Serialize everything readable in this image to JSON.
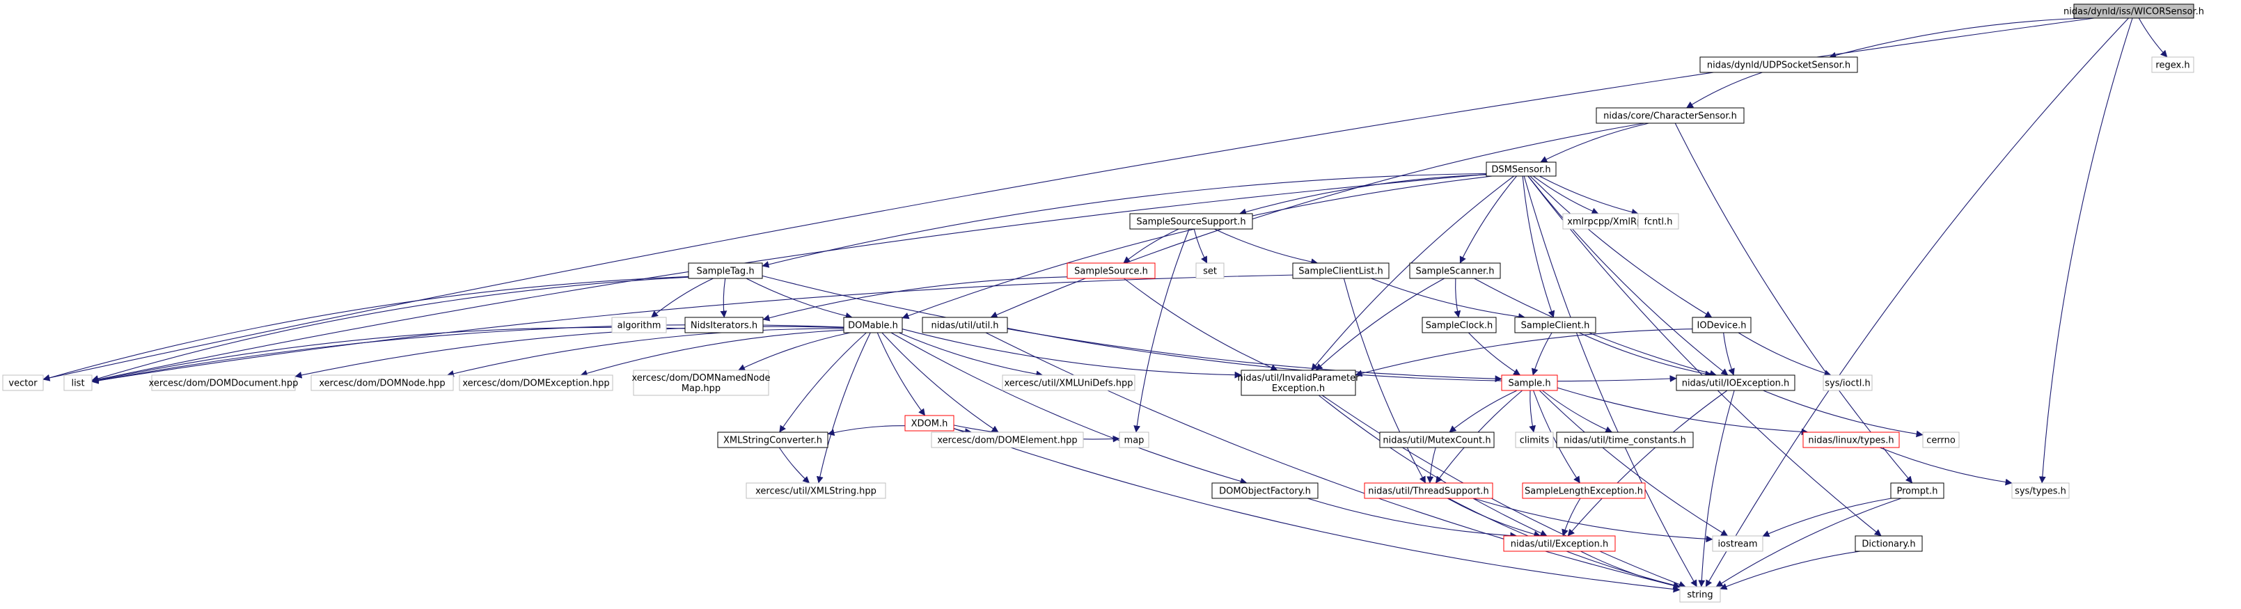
{
  "colors": {
    "edge": "#191970",
    "border_normal": "#000000",
    "border_missing": "#bfbfbf",
    "border_truncated": "#ff0000",
    "root_fill": "#bfbfbf",
    "text": "#000000",
    "background": "#ffffff"
  },
  "nodes": [
    {
      "id": "wicor",
      "label": "nidas/dynld/iss/WICORSensor.h",
      "kind": "root"
    },
    {
      "id": "udp",
      "label": "nidas/dynld/UDPSocketSensor.h",
      "kind": "normal"
    },
    {
      "id": "regex",
      "label": "regex.h",
      "kind": "missing"
    },
    {
      "id": "charsensor",
      "label": "nidas/core/CharacterSensor.h",
      "kind": "normal"
    },
    {
      "id": "dsmsensor",
      "label": "DSMSensor.h",
      "kind": "normal"
    },
    {
      "id": "sss",
      "label": "SampleSourceSupport.h",
      "kind": "normal"
    },
    {
      "id": "xmlrpc",
      "label": "xmlrpcpp/XmlRpc.h",
      "kind": "missing"
    },
    {
      "id": "fcntl",
      "label": "fcntl.h",
      "kind": "missing"
    },
    {
      "id": "sampletag",
      "label": "SampleTag.h",
      "kind": "normal"
    },
    {
      "id": "samplesource",
      "label": "SampleSource.h",
      "kind": "truncated"
    },
    {
      "id": "set",
      "label": "set",
      "kind": "missing"
    },
    {
      "id": "sclist",
      "label": "SampleClientList.h",
      "kind": "normal"
    },
    {
      "id": "sscanner",
      "label": "SampleScanner.h",
      "kind": "normal"
    },
    {
      "id": "algorithm",
      "label": "algorithm",
      "kind": "missing"
    },
    {
      "id": "niditer",
      "label": "NidsIterators.h",
      "kind": "normal"
    },
    {
      "id": "domable",
      "label": "DOMable.h",
      "kind": "normal"
    },
    {
      "id": "util",
      "label": "nidas/util/util.h",
      "kind": "normal"
    },
    {
      "id": "sclock",
      "label": "SampleClock.h",
      "kind": "normal"
    },
    {
      "id": "sclient",
      "label": "SampleClient.h",
      "kind": "normal"
    },
    {
      "id": "iodevice",
      "label": "IODevice.h",
      "kind": "normal"
    },
    {
      "id": "vector",
      "label": "vector",
      "kind": "missing"
    },
    {
      "id": "list",
      "label": "list",
      "kind": "missing"
    },
    {
      "id": "domdoc",
      "label": "xercesc/dom/DOMDocument.hpp",
      "kind": "missing"
    },
    {
      "id": "domnode",
      "label": "xercesc/dom/DOMNode.hpp",
      "kind": "missing"
    },
    {
      "id": "domexc",
      "label": "xercesc/dom/DOMException.hpp",
      "kind": "missing"
    },
    {
      "id": "domnnm",
      "label": "xercesc/dom/DOMNamedNode\nMap.hpp",
      "kind": "missing"
    },
    {
      "id": "xmluni",
      "label": "xercesc/util/XMLUniDefs.hpp",
      "kind": "missing"
    },
    {
      "id": "invparam",
      "label": "nidas/util/InvalidParameter\nException.h",
      "kind": "normal"
    },
    {
      "id": "sample",
      "label": "Sample.h",
      "kind": "truncated"
    },
    {
      "id": "ioexc",
      "label": "nidas/util/IOException.h",
      "kind": "normal"
    },
    {
      "id": "ioctl",
      "label": "sys/ioctl.h",
      "kind": "missing"
    },
    {
      "id": "xdom",
      "label": "XDOM.h",
      "kind": "truncated"
    },
    {
      "id": "map",
      "label": "map",
      "kind": "missing"
    },
    {
      "id": "domelem",
      "label": "xercesc/dom/DOMElement.hpp",
      "kind": "missing"
    },
    {
      "id": "xmlconv",
      "label": "XMLStringConverter.h",
      "kind": "normal"
    },
    {
      "id": "climits",
      "label": "climits",
      "kind": "missing"
    },
    {
      "id": "mutex",
      "label": "nidas/util/MutexCount.h",
      "kind": "normal"
    },
    {
      "id": "timeconst",
      "label": "nidas/util/time_constants.h",
      "kind": "normal"
    },
    {
      "id": "linuxtypes",
      "label": "nidas/linux/types.h",
      "kind": "truncated"
    },
    {
      "id": "cerrno",
      "label": "cerrno",
      "kind": "missing"
    },
    {
      "id": "xmlstring",
      "label": "xercesc/util/XMLString.hpp",
      "kind": "missing"
    },
    {
      "id": "domfactory",
      "label": "DOMObjectFactory.h",
      "kind": "normal"
    },
    {
      "id": "thread",
      "label": "nidas/util/ThreadSupport.h",
      "kind": "truncated"
    },
    {
      "id": "slenexc",
      "label": "SampleLengthException.h",
      "kind": "truncated"
    },
    {
      "id": "prompt",
      "label": "Prompt.h",
      "kind": "normal"
    },
    {
      "id": "systypes",
      "label": "sys/types.h",
      "kind": "missing"
    },
    {
      "id": "iostream",
      "label": "iostream",
      "kind": "missing"
    },
    {
      "id": "exception",
      "label": "nidas/util/Exception.h",
      "kind": "truncated"
    },
    {
      "id": "dictionary",
      "label": "Dictionary.h",
      "kind": "normal"
    },
    {
      "id": "string",
      "label": "string",
      "kind": "missing"
    }
  ],
  "edges": [
    [
      "wicor",
      "udp"
    ],
    [
      "wicor",
      "regex"
    ],
    [
      "wicor",
      "vector"
    ],
    [
      "wicor",
      "systypes"
    ],
    [
      "wicor",
      "string"
    ],
    [
      "udp",
      "charsensor"
    ],
    [
      "charsensor",
      "dsmsensor"
    ],
    [
      "charsensor",
      "util"
    ],
    [
      "charsensor",
      "prompt"
    ],
    [
      "dsmsensor",
      "sss"
    ],
    [
      "dsmsensor",
      "xmlrpc"
    ],
    [
      "dsmsensor",
      "fcntl"
    ],
    [
      "dsmsensor",
      "sampletag"
    ],
    [
      "dsmsensor",
      "sscanner"
    ],
    [
      "dsmsensor",
      "domable"
    ],
    [
      "dsmsensor",
      "sclient"
    ],
    [
      "dsmsensor",
      "iodevice"
    ],
    [
      "dsmsensor",
      "list"
    ],
    [
      "dsmsensor",
      "invparam"
    ],
    [
      "dsmsensor",
      "ioexc"
    ],
    [
      "dsmsensor",
      "dictionary"
    ],
    [
      "dsmsensor",
      "string"
    ],
    [
      "sss",
      "samplesource"
    ],
    [
      "sss",
      "set"
    ],
    [
      "sss",
      "sclist"
    ],
    [
      "sss",
      "map"
    ],
    [
      "samplesource",
      "niditer"
    ],
    [
      "samplesource",
      "invparam"
    ],
    [
      "sclist",
      "sclient"
    ],
    [
      "sclist",
      "thread"
    ],
    [
      "sclist",
      "list"
    ],
    [
      "sampletag",
      "domable"
    ],
    [
      "sampletag",
      "niditer"
    ],
    [
      "sampletag",
      "algorithm"
    ],
    [
      "sampletag",
      "vector"
    ],
    [
      "sampletag",
      "list"
    ],
    [
      "sampletag",
      "sample"
    ],
    [
      "niditer",
      "list"
    ],
    [
      "sscanner",
      "sclock"
    ],
    [
      "sscanner",
      "invparam"
    ],
    [
      "sscanner",
      "ioexc"
    ],
    [
      "sclock",
      "sample"
    ],
    [
      "sclient",
      "sample"
    ],
    [
      "sclient",
      "ioexc"
    ],
    [
      "iodevice",
      "ioexc"
    ],
    [
      "iodevice",
      "ioctl"
    ],
    [
      "iodevice",
      "invparam"
    ],
    [
      "domable",
      "domdoc"
    ],
    [
      "domable",
      "domnode"
    ],
    [
      "domable",
      "domexc"
    ],
    [
      "domable",
      "domnnm"
    ],
    [
      "domable",
      "xmluni"
    ],
    [
      "domable",
      "xdom"
    ],
    [
      "domable",
      "domelem"
    ],
    [
      "domable",
      "xmlconv"
    ],
    [
      "domable",
      "xmlstring"
    ],
    [
      "domable",
      "domfactory"
    ],
    [
      "domable",
      "invparam"
    ],
    [
      "domable",
      "list"
    ],
    [
      "util",
      "string"
    ],
    [
      "util",
      "ioexc"
    ],
    [
      "xdom",
      "xmlconv"
    ],
    [
      "xdom",
      "domelem"
    ],
    [
      "xdom",
      "map"
    ],
    [
      "xdom",
      "string"
    ],
    [
      "xmlconv",
      "xmlstring"
    ],
    [
      "invparam",
      "exception"
    ],
    [
      "invparam",
      "string"
    ],
    [
      "sample",
      "climits"
    ],
    [
      "sample",
      "mutex"
    ],
    [
      "sample",
      "timeconst"
    ],
    [
      "sample",
      "linuxtypes"
    ],
    [
      "sample",
      "slenexc"
    ],
    [
      "sample",
      "thread"
    ],
    [
      "sample",
      "iostream"
    ],
    [
      "mutex",
      "thread"
    ],
    [
      "thread",
      "exception"
    ],
    [
      "thread",
      "string"
    ],
    [
      "thread",
      "iostream"
    ],
    [
      "slenexc",
      "exception"
    ],
    [
      "linuxtypes",
      "systypes"
    ],
    [
      "ioexc",
      "exception"
    ],
    [
      "ioexc",
      "cerrno"
    ],
    [
      "ioexc",
      "string"
    ],
    [
      "domfactory",
      "exception"
    ],
    [
      "prompt",
      "iostream"
    ],
    [
      "prompt",
      "string"
    ],
    [
      "exception",
      "string"
    ],
    [
      "dictionary",
      "string"
    ]
  ]
}
